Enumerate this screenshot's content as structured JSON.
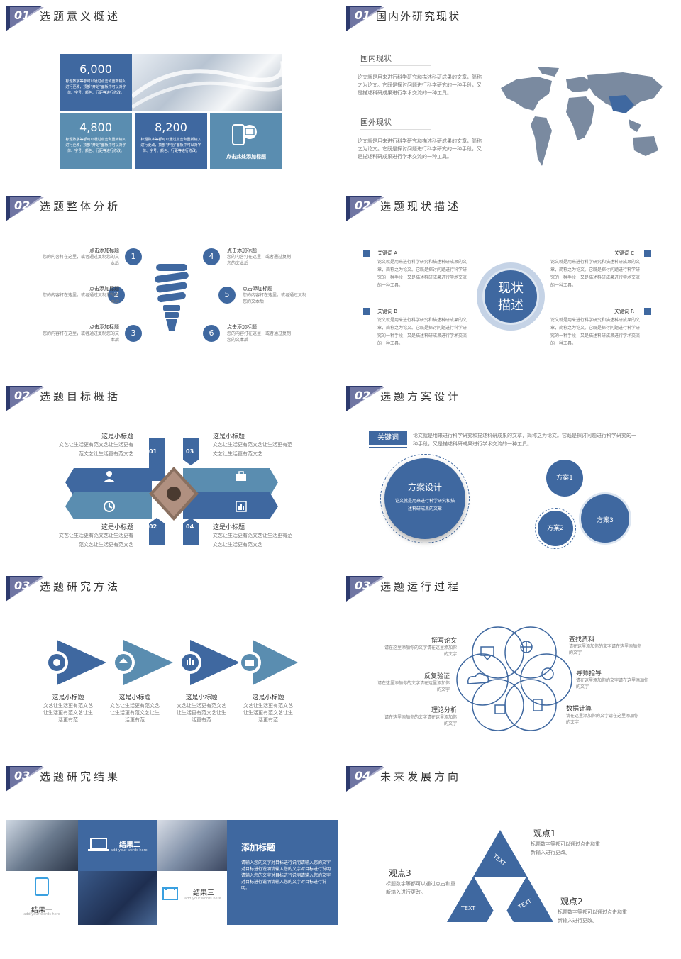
{
  "colors": {
    "primary": "#3f68a0",
    "dark": "#2d3a6e",
    "light": "#5a8db0"
  },
  "s1": {
    "num": "01",
    "title": "选题意义概述",
    "b1_value": "6,000",
    "b1_text": "标题数字等都可以通过点击和重新输入进行更改，顶部“开始”面板中可以对字体、字号、颜色、行距等进行修改。",
    "b2_value": "4,800",
    "b2_text": "标题数字等都可以通过点击和重新输入进行更改，顶部“开始”面板中可以对字体、字号、颜色、行距等进行修改。",
    "b3_value": "8,200",
    "b3_text": "标题数字等都可以通过点击和重新输入进行更改，顶部“开始”面板中可以对字体、字号、颜色、行距等进行修改。",
    "b4_label": "点击此处添加标题"
  },
  "s2": {
    "num": "01",
    "title": "国内外研究现状",
    "h1": "国内现状",
    "p1": "论文就是用来进行科学研究和描述科研成果的文章，简称之为论文。它既是探讨问题进行科学研究的一种手段，又是描述科研成果进行学术交流的一种工具。",
    "h2": "国外现状",
    "p2": "论文就是用来进行科学研究和描述科研成果的文章，简称之为论文。它既是探讨问题进行科学研究的一种手段，又是描述科研成果进行学术交流的一种工具。"
  },
  "s3": {
    "num": "02",
    "title": "选题整体分析",
    "items": [
      {
        "n": "1",
        "t": "点击添加标题",
        "d": "您的内容打在这里，或者通过复制您的文本后"
      },
      {
        "n": "2",
        "t": "点击添加标题",
        "d": "您的内容打在这里，或者通过复制您的文本后"
      },
      {
        "n": "3",
        "t": "点击添加标题",
        "d": "您的内容打在这里，或者通过复制您的文本后"
      },
      {
        "n": "4",
        "t": "点击添加标题",
        "d": "您的内容打在这里，或者通过复制您的文本后"
      },
      {
        "n": "5",
        "t": "点击添加标题",
        "d": "您的内容打在这里，或者通过复制您的文本后"
      },
      {
        "n": "6",
        "t": "点击添加标题",
        "d": "您的内容打在这里，或者通过复制您的文本后"
      }
    ]
  },
  "s4": {
    "num": "02",
    "title": "选题现状描述",
    "center": "现状描述",
    "c1": "现状",
    "c2": "描述",
    "items": [
      {
        "t": "关键词 A",
        "d": "论文就是用来进行科学研究和描述科研成果的文章，简称之为论文。它既是探讨问题进行科学研究的一种手段，又是描述科研成果进行学术交流的一种工具。"
      },
      {
        "t": "关键词 B",
        "d": "论文就是用来进行科学研究和描述科研成果的文章，简称之为论文。它既是探讨问题进行科学研究的一种手段，又是描述科研成果进行学术交流的一种工具。"
      },
      {
        "t": "关键词 C",
        "d": "论文就是用来进行科学研究和描述科研成果的文章，简称之为论文。它既是探讨问题进行科学研究的一种手段，又是描述科研成果进行学术交流的一种工具。"
      },
      {
        "t": "关键词 R",
        "d": "论文就是用来进行科学研究和描述科研成果的文章，简称之为论文。它既是探讨问题进行科学研究的一种手段，又是描述科研成果进行学术交流的一种工具。"
      }
    ]
  },
  "s5": {
    "num": "02",
    "title": "选题目标概括",
    "items": [
      {
        "n": "01",
        "t": "这是小标题",
        "d": "文艺让生活更有范文艺让生活更有范文艺让生活更有范文艺"
      },
      {
        "n": "02",
        "t": "这是小标题",
        "d": "文艺让生活更有范文艺让生活更有范文艺让生活更有范文艺"
      },
      {
        "n": "03",
        "t": "这是小标题",
        "d": "文艺让生活更有范文艺让生活更有范文艺让生活更有范文艺"
      },
      {
        "n": "04",
        "t": "这是小标题",
        "d": "文艺让生活更有范文艺让生活更有范文艺让生活更有范文艺"
      }
    ]
  },
  "s6": {
    "num": "02",
    "title": "选题方案设计",
    "kw": "关键词",
    "kw_text": "论文就是用来进行科学研究和描述科研成果的文章，简称之为论文。它既是探讨问题进行科学研究的一种手段，又是描述科研成果进行学术交流的一种工具。",
    "big": "方案设计",
    "big_text": "论文就是用来进行科学研究和描述科研成果的文章",
    "p1": "方案1",
    "p2": "方案2",
    "p3": "方案3"
  },
  "s7": {
    "num": "03",
    "title": "选题研究方法",
    "items": [
      {
        "t": "这是小标题",
        "d": "文艺让生活更有范文艺让生活更有范文艺让生活更有范"
      },
      {
        "t": "这是小标题",
        "d": "文艺让生活更有范文艺让生活更有范文艺让生活更有范"
      },
      {
        "t": "这是小标题",
        "d": "文艺让生活更有范文艺让生活更有范文艺让生活更有范"
      },
      {
        "t": "这是小标题",
        "d": "文艺让生活更有范文艺让生活更有范文艺让生活更有范"
      }
    ]
  },
  "s8": {
    "num": "03",
    "title": "选题运行过程",
    "items": [
      {
        "t": "撰写论文",
        "d": "请在这里添加你的文字请在这里添加你的文字"
      },
      {
        "t": "反复验证",
        "d": "请在这里添加你的文字请在这里添加你的文字"
      },
      {
        "t": "理论分析",
        "d": "请在这里添加你的文字请在这里添加你的文字"
      },
      {
        "t": "查找资料",
        "d": "请在这里添加你的文字请在这里添加你的文字"
      },
      {
        "t": "导师指导",
        "d": "请在这里添加你的文字请在这里添加你的文字"
      },
      {
        "t": "数据计算",
        "d": "请在这里添加你的文字请在这里添加你的文字"
      }
    ]
  },
  "s9": {
    "num": "03",
    "title": "选题研究结果",
    "r1": "结果一",
    "r2": "结果二",
    "r3": "结果三",
    "sub": "add your words here",
    "add_title": "添加标题",
    "add_text": "请输入您的文字对目标进行说明请输入您的文字对目标进行说明请输入您的文字对目标进行说明请输入您的文字对目标进行说明请输入您的文字对目标进行说明请输入您的文字对目标进行说明。"
  },
  "s10": {
    "num": "04",
    "title": "未来发展方向",
    "v1": "观点1",
    "v2": "观点2",
    "v3": "观点3",
    "d": "标题数字等都可以通过点击和重新输入进行更改。",
    "text": "TEXT"
  }
}
